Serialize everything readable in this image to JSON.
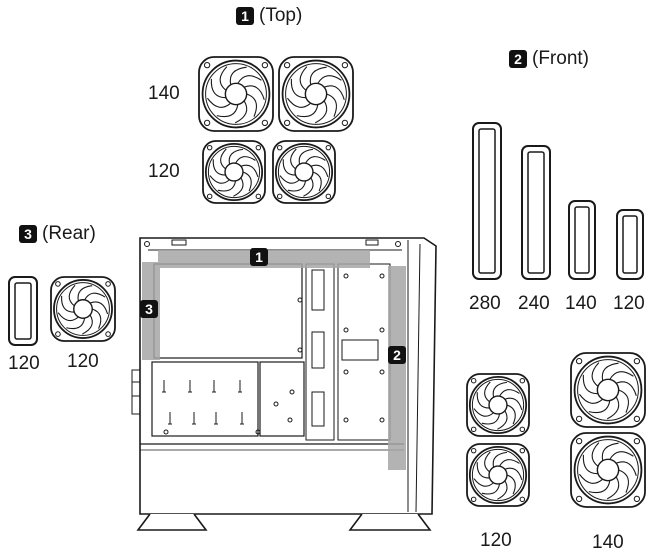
{
  "sections": {
    "top": {
      "badge": "1",
      "label": "(Top)"
    },
    "front": {
      "badge": "2",
      "label": "(Front)"
    },
    "rear": {
      "badge": "3",
      "label": "(Rear)"
    }
  },
  "top_sizes": {
    "large": "140",
    "small": "120"
  },
  "front_radiators": [
    "280",
    "240",
    "140",
    "120"
  ],
  "front_fan_sizes": {
    "small": "120",
    "large": "140"
  },
  "rear_sizes": {
    "radiator": "120",
    "fan": "120"
  },
  "case_markers": [
    "1",
    "2",
    "3"
  ],
  "colors": {
    "line": "#1a1a1a",
    "zone": "#a6a6a6",
    "badge": "#111111"
  }
}
